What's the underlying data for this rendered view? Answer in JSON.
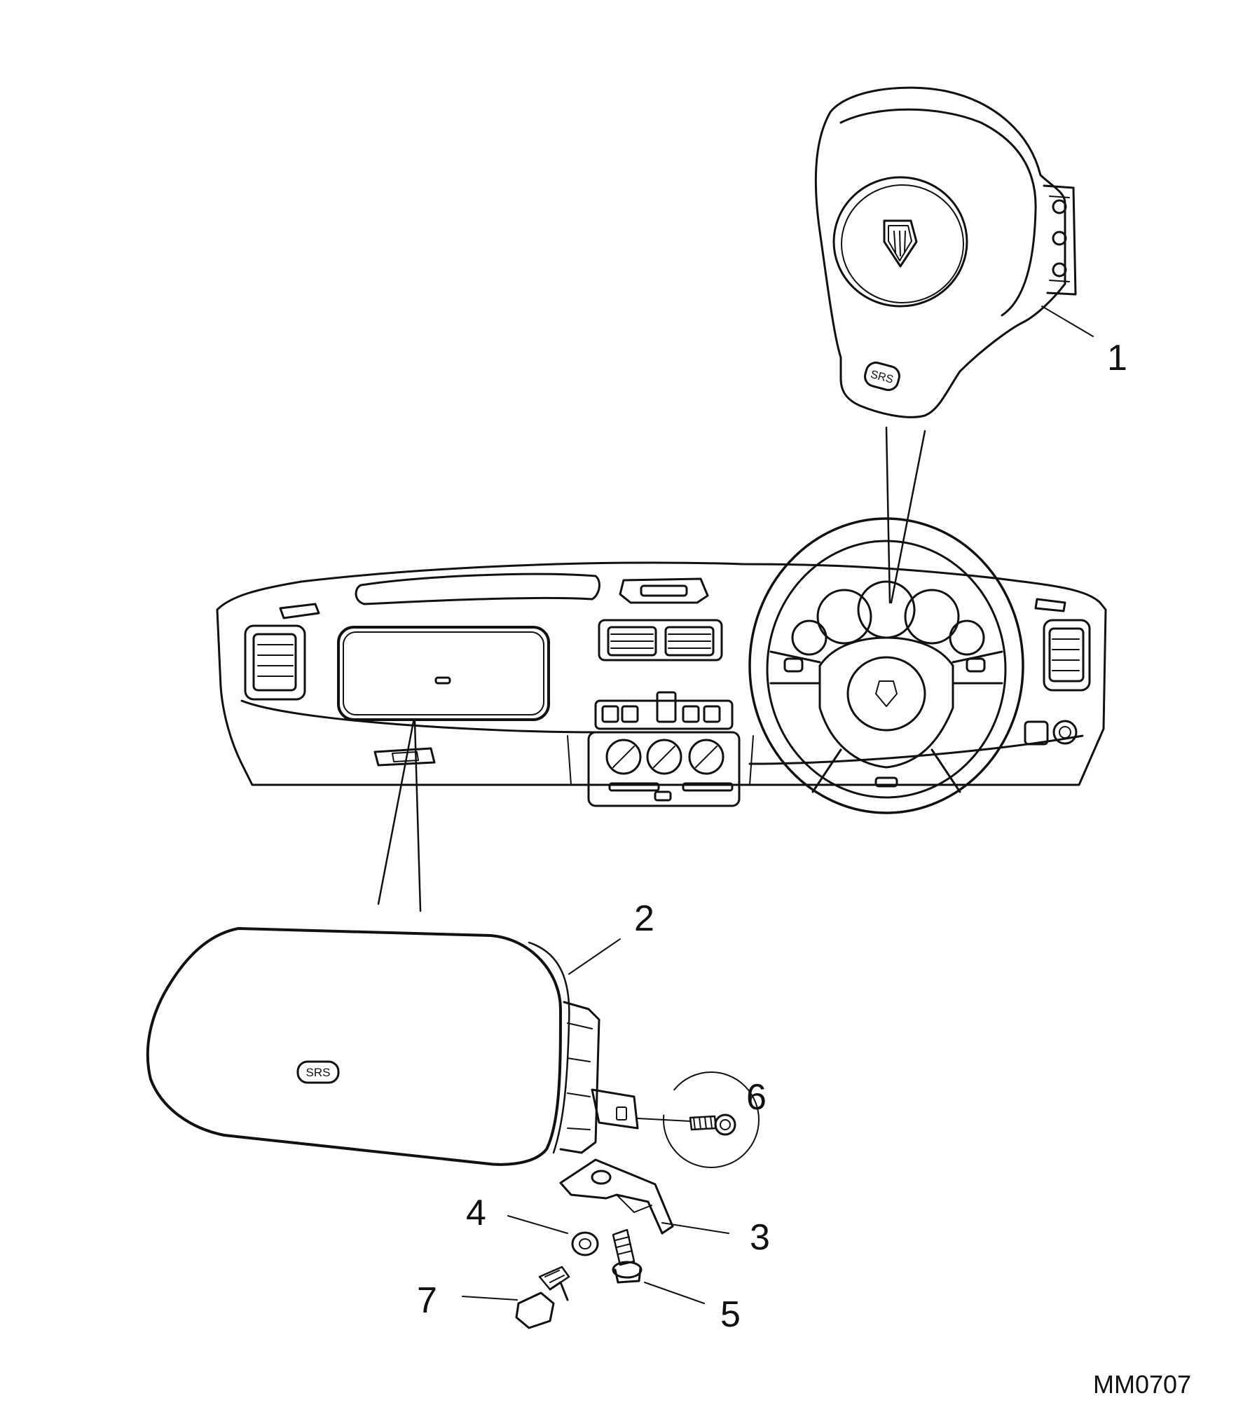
{
  "callouts": [
    {
      "id": "1",
      "text": "1"
    },
    {
      "id": "2",
      "text": "2"
    },
    {
      "id": "3",
      "text": "3"
    },
    {
      "id": "4",
      "text": "4"
    },
    {
      "id": "5",
      "text": "5"
    },
    {
      "id": "6",
      "text": "6"
    },
    {
      "id": "7",
      "text": "7"
    }
  ],
  "srs_badge_text": "SRS",
  "reference_code": "MM0707",
  "icons": [
    "driver-airbag-module-icon",
    "dashboard-icon",
    "steering-wheel-icon",
    "passenger-airbag-module-icon",
    "bracket-icon",
    "washer-icon",
    "bolt-icon"
  ],
  "colors": {
    "line": "#111111",
    "background": "#ffffff"
  }
}
